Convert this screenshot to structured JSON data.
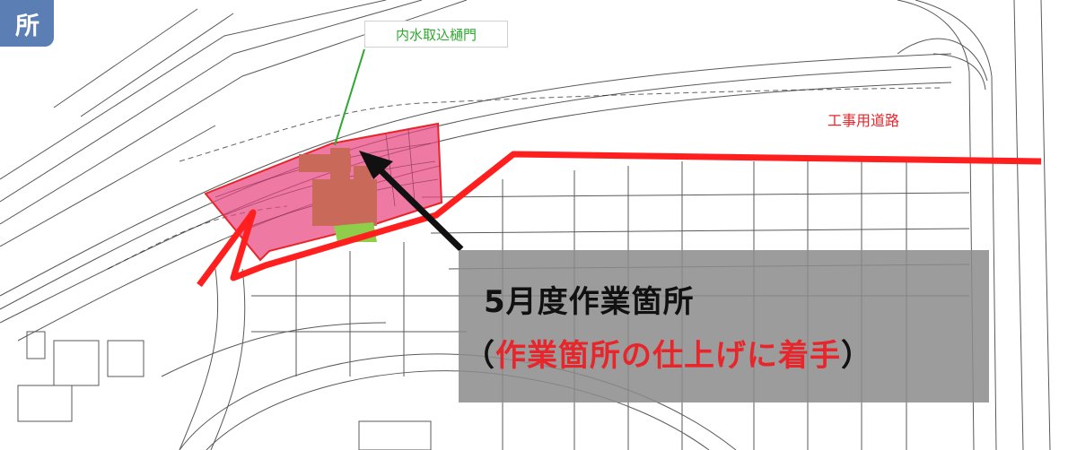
{
  "corner_tag": {
    "text": "所"
  },
  "labels": {
    "water_gate": "内水取込樋門",
    "construction_road": "工事用道路"
  },
  "callout": {
    "title": "5月度作業箇所",
    "open_paren": "（",
    "detail": "作業箇所の仕上げに着手",
    "close_paren": "）"
  },
  "colors": {
    "work_area_fill": "#e8457f",
    "gate_structure": "#c8695a",
    "green_patch": "#8fce4a",
    "road_line": "#ff1f1f",
    "leader_line": "#2ea82e",
    "arrow": "#111111",
    "corner_tag_bg": "#5b7fb4"
  }
}
